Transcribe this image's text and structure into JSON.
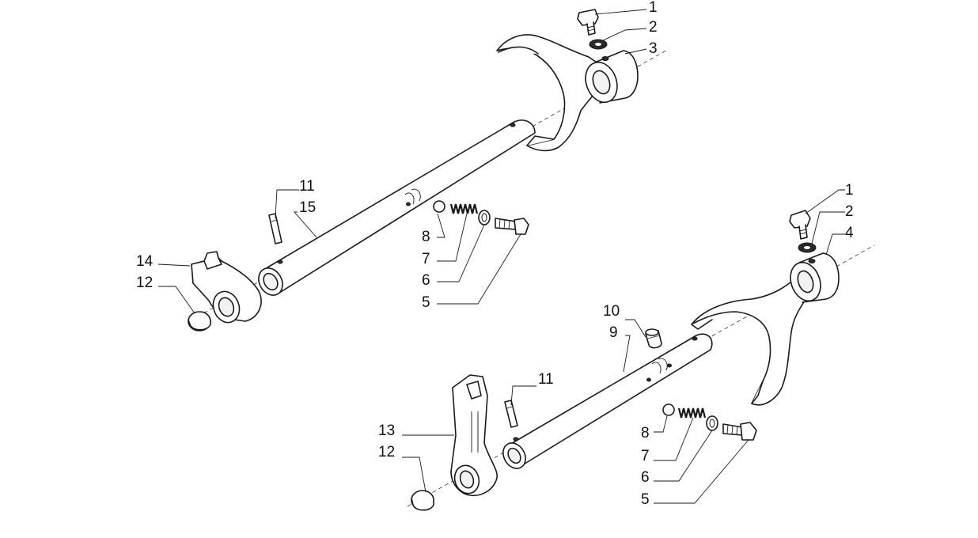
{
  "callouts": {
    "upper": {
      "c1": "1",
      "c2": "2",
      "c3": "3",
      "c11": "11",
      "c15": "15",
      "c14": "14",
      "c12": "12",
      "c8": "8",
      "c7": "7",
      "c6": "6",
      "c5": "5"
    },
    "lower": {
      "c1": "1",
      "c2": "2",
      "c4": "4",
      "c10": "10",
      "c9": "9",
      "c11": "11",
      "c13": "13",
      "c12": "12",
      "c8": "8",
      "c7": "7",
      "c6": "6",
      "c5": "5"
    }
  }
}
